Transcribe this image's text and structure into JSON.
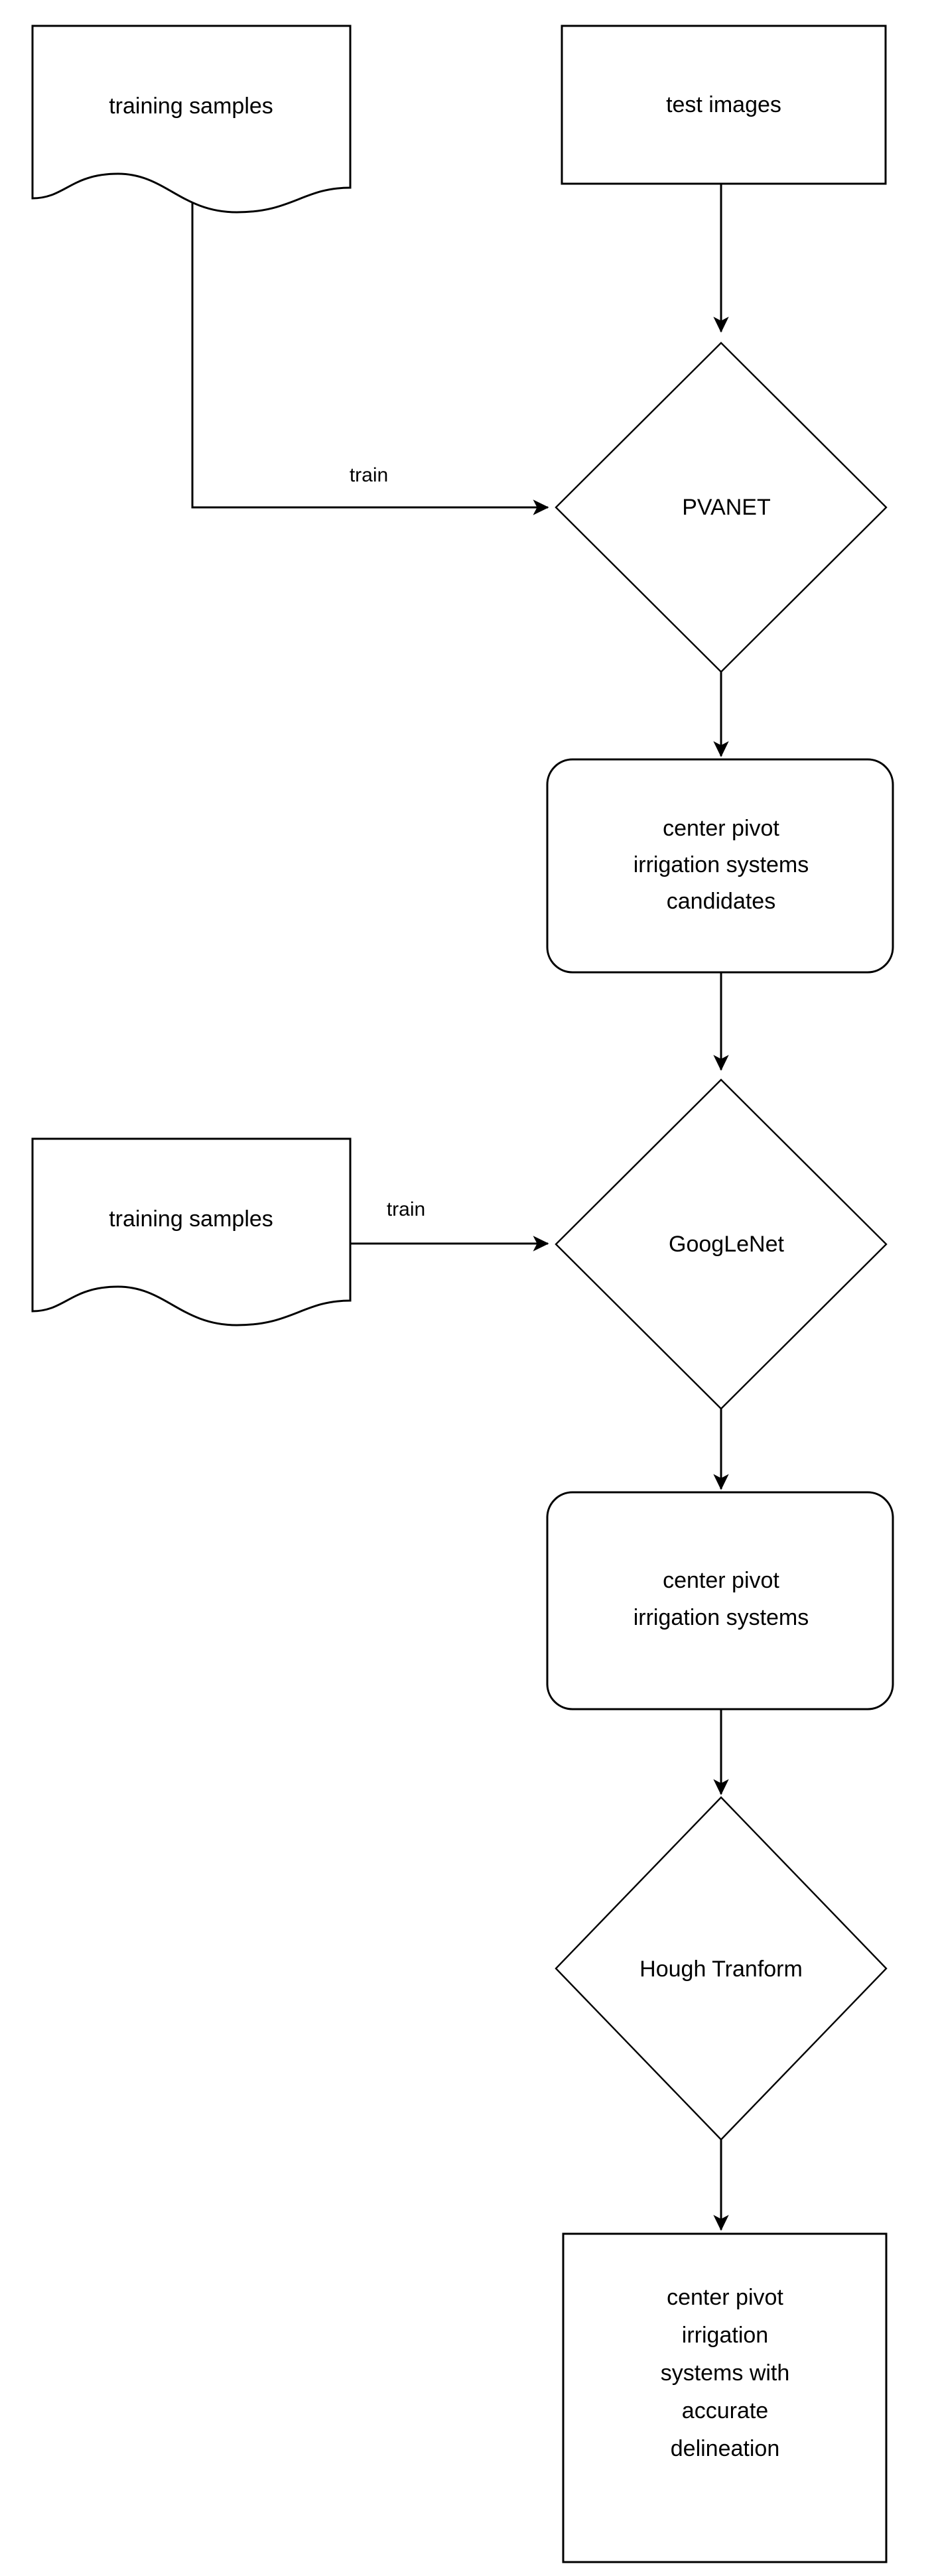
{
  "diagram": {
    "type": "flowchart",
    "title": "",
    "background_color": "#ffffff",
    "stroke_color": "#000000",
    "fill_color": "#ffffff",
    "nodes": [
      {
        "id": "training-samples-1",
        "shape": "document",
        "label": "training samples",
        "lines": [
          "training samples"
        ]
      },
      {
        "id": "test-images",
        "shape": "rectangle",
        "label": "test images",
        "lines": [
          "test images"
        ]
      },
      {
        "id": "pvanet",
        "shape": "diamond",
        "label": "PVANET",
        "lines": [
          "PVANET"
        ]
      },
      {
        "id": "candidates",
        "shape": "rounded-rectangle",
        "label": "center pivot irrigation systems candidates",
        "lines": [
          "center pivot",
          "irrigation systems",
          "candidates"
        ]
      },
      {
        "id": "training-samples-2",
        "shape": "document",
        "label": "training samples",
        "lines": [
          "training samples"
        ]
      },
      {
        "id": "googlenet",
        "shape": "diamond",
        "label": "GoogLeNet",
        "lines": [
          "GoogLeNet"
        ]
      },
      {
        "id": "systems",
        "shape": "rounded-rectangle",
        "label": "center pivot irrigation systems",
        "lines": [
          "center pivot",
          "irrigation systems"
        ]
      },
      {
        "id": "hough",
        "shape": "diamond",
        "label": "Hough Tranform",
        "lines": [
          "Hough Tranform"
        ]
      },
      {
        "id": "final-output",
        "shape": "rectangle",
        "label": "center pivot irrigation systems with accurate delineation",
        "lines": [
          "center pivot",
          "irrigation",
          "systems with",
          "accurate",
          "delineation"
        ]
      }
    ],
    "edges": [
      {
        "id": "e1",
        "from": "test-images",
        "to": "pvanet",
        "label": ""
      },
      {
        "id": "e2",
        "from": "training-samples-1",
        "to": "pvanet",
        "label": "train"
      },
      {
        "id": "e3",
        "from": "pvanet",
        "to": "candidates",
        "label": ""
      },
      {
        "id": "e4",
        "from": "candidates",
        "to": "googlenet",
        "label": ""
      },
      {
        "id": "e5",
        "from": "training-samples-2",
        "to": "googlenet",
        "label": "train"
      },
      {
        "id": "e6",
        "from": "googlenet",
        "to": "systems",
        "label": ""
      },
      {
        "id": "e7",
        "from": "systems",
        "to": "hough",
        "label": ""
      },
      {
        "id": "e8",
        "from": "hough",
        "to": "final-output",
        "label": ""
      }
    ]
  }
}
